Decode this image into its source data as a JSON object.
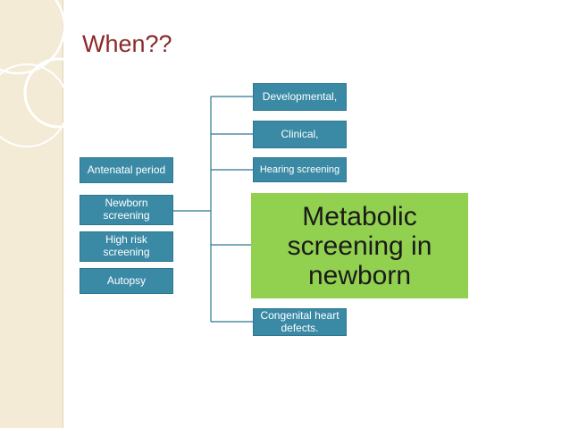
{
  "slide": {
    "title": "When??",
    "left_items": [
      "Antenatal period",
      "Newborn screening",
      "High risk screening",
      "Autopsy"
    ],
    "right_items": [
      "Developmental,",
      "Clinical,",
      "Hearing screening",
      "Metabolic screening in newborn",
      "Congenital heart defects."
    ],
    "colors": {
      "title": "#8b2a2a",
      "box_teal": "#3b8aa5",
      "box_green": "#92d050",
      "connector": "#2d7690",
      "side_strip": "#f3ebd6"
    }
  }
}
